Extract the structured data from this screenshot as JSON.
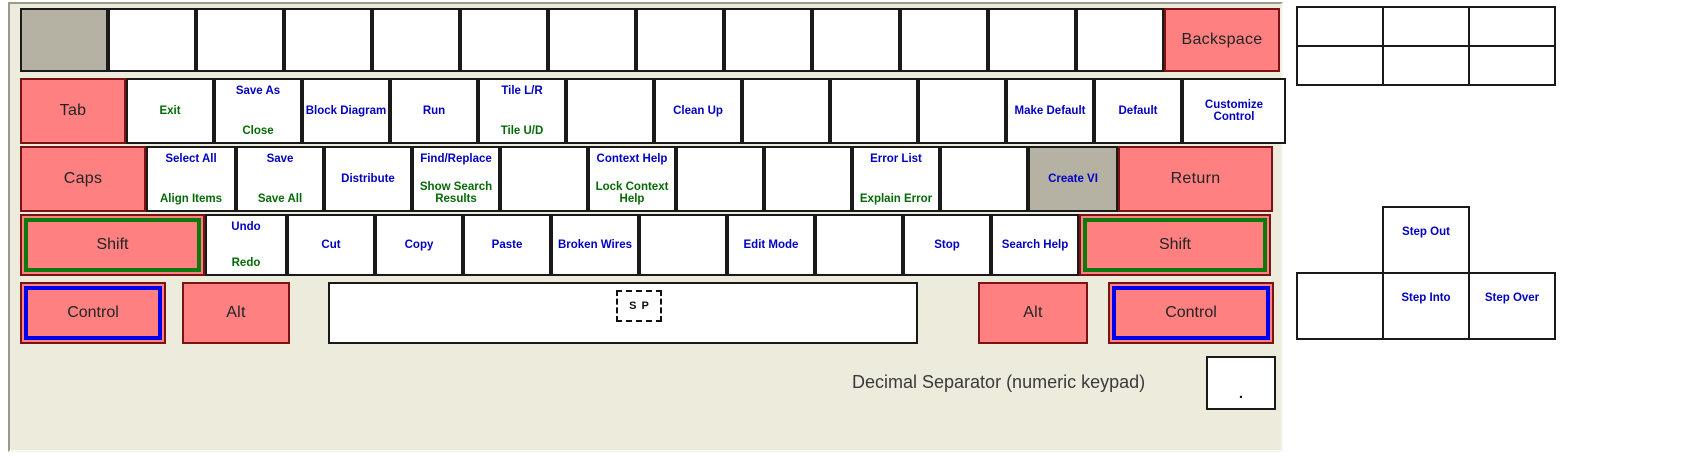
{
  "meta": {
    "title": "LabVIEW Keyboard Shortcuts Reference",
    "colors": {
      "panel_background": "#EDEBDC",
      "modifier_key": "#FF8080",
      "gray_key": "#B5B2A3",
      "primary_label": "#0000C0",
      "secondary_label": "#046A06",
      "shift_ring": "#0A7A0A",
      "control_ring": "#0000EE"
    }
  },
  "keyboard": {
    "row1": [
      {
        "name": "escape",
        "top": "",
        "bottom": "",
        "style": "gray"
      },
      {
        "name": "f1",
        "top": "",
        "bottom": ""
      },
      {
        "name": "f2",
        "top": "",
        "bottom": ""
      },
      {
        "name": "f3",
        "top": "",
        "bottom": ""
      },
      {
        "name": "f4",
        "top": "",
        "bottom": ""
      },
      {
        "name": "f5",
        "top": "",
        "bottom": ""
      },
      {
        "name": "f6",
        "top": "",
        "bottom": ""
      },
      {
        "name": "f7",
        "top": "",
        "bottom": ""
      },
      {
        "name": "f8",
        "top": "",
        "bottom": ""
      },
      {
        "name": "f9",
        "top": "",
        "bottom": ""
      },
      {
        "name": "f10",
        "top": "",
        "bottom": ""
      },
      {
        "name": "f11",
        "top": "",
        "bottom": ""
      },
      {
        "name": "f12",
        "top": "",
        "bottom": ""
      },
      {
        "name": "backspace",
        "label": "Backspace",
        "style": "mod"
      }
    ],
    "row2": [
      {
        "name": "tab",
        "label": "Tab",
        "style": "mod"
      },
      {
        "name": "q",
        "top": "",
        "bottom": "Exit"
      },
      {
        "name": "w",
        "top": "Save As",
        "bottom": "Close"
      },
      {
        "name": "e",
        "top": "Block Diagram",
        "bottom": ""
      },
      {
        "name": "r",
        "top": "Run",
        "bottom": ""
      },
      {
        "name": "t",
        "top": "Tile L/R",
        "bottom": "Tile U/D"
      },
      {
        "name": "y",
        "top": "",
        "bottom": ""
      },
      {
        "name": "u",
        "top": "Clean Up",
        "bottom": ""
      },
      {
        "name": "i",
        "top": "",
        "bottom": ""
      },
      {
        "name": "o",
        "top": "",
        "bottom": ""
      },
      {
        "name": "p",
        "top": "",
        "bottom": ""
      },
      {
        "name": "bracket-left",
        "top": "Make Default",
        "bottom": ""
      },
      {
        "name": "bracket-right",
        "top": "Default",
        "bottom": ""
      },
      {
        "name": "backslash",
        "top": "Customize Control",
        "bottom": ""
      }
    ],
    "row3": [
      {
        "name": "caps-lock",
        "label": "Caps",
        "style": "mod"
      },
      {
        "name": "a",
        "top": "Select All",
        "bottom": "Align Items"
      },
      {
        "name": "s",
        "top": "Save",
        "bottom": "Save All"
      },
      {
        "name": "d",
        "top": "Distribute",
        "bottom": ""
      },
      {
        "name": "f",
        "top": "Find/Replace",
        "bottom": "Show Search Results"
      },
      {
        "name": "g",
        "top": "",
        "bottom": ""
      },
      {
        "name": "h",
        "top": "Context Help",
        "bottom": "Lock Context Help"
      },
      {
        "name": "j",
        "top": "",
        "bottom": ""
      },
      {
        "name": "k",
        "top": "",
        "bottom": ""
      },
      {
        "name": "l",
        "top": "Error List",
        "bottom": "Explain Error"
      },
      {
        "name": "semicolon",
        "top": "",
        "bottom": ""
      },
      {
        "name": "quote",
        "top": "Create VI",
        "bottom": "",
        "style": "gray"
      },
      {
        "name": "return",
        "label": "Return",
        "style": "mod"
      }
    ],
    "row4": [
      {
        "name": "shift-left",
        "label": "Shift",
        "style": "ring-green"
      },
      {
        "name": "z",
        "top": "Undo",
        "bottom": "Redo"
      },
      {
        "name": "x",
        "top": "Cut",
        "bottom": ""
      },
      {
        "name": "c",
        "top": "Copy",
        "bottom": ""
      },
      {
        "name": "v",
        "top": "Paste",
        "bottom": ""
      },
      {
        "name": "b",
        "top": "Broken Wires",
        "bottom": ""
      },
      {
        "name": "n",
        "top": "",
        "bottom": ""
      },
      {
        "name": "m",
        "top": "Edit Mode",
        "bottom": ""
      },
      {
        "name": "comma",
        "top": "",
        "bottom": ""
      },
      {
        "name": "period",
        "top": "Stop",
        "bottom": ""
      },
      {
        "name": "slash",
        "top": "Search Help",
        "bottom": ""
      },
      {
        "name": "shift-right",
        "label": "Shift",
        "style": "ring-green"
      }
    ],
    "row5": [
      {
        "name": "control-left",
        "label": "Control",
        "style": "ring-blue"
      },
      {
        "name": "alt-left",
        "label": "Alt",
        "style": "mod"
      },
      {
        "name": "space",
        "label": "",
        "style": "space"
      },
      {
        "name": "alt-right",
        "label": "Alt",
        "style": "mod"
      },
      {
        "name": "control-right",
        "label": "Control",
        "style": "ring-blue"
      }
    ],
    "space_badge": [
      "S",
      "P"
    ],
    "decimal_note": "Decimal Separator (numeric keypad)",
    "decimal_key_label": "."
  },
  "right_cluster": {
    "top_block": [
      {
        "name": "insert",
        "label": ""
      },
      {
        "name": "home",
        "label": ""
      },
      {
        "name": "page-up",
        "label": ""
      },
      {
        "name": "delete",
        "label": ""
      },
      {
        "name": "end",
        "label": ""
      },
      {
        "name": "page-down",
        "label": ""
      }
    ],
    "arrow_block": [
      {
        "name": "arrow-up",
        "label": "Step Out"
      },
      {
        "name": "arrow-left",
        "label": ""
      },
      {
        "name": "arrow-down",
        "label": "Step Into"
      },
      {
        "name": "arrow-right",
        "label": "Step Over"
      }
    ]
  }
}
